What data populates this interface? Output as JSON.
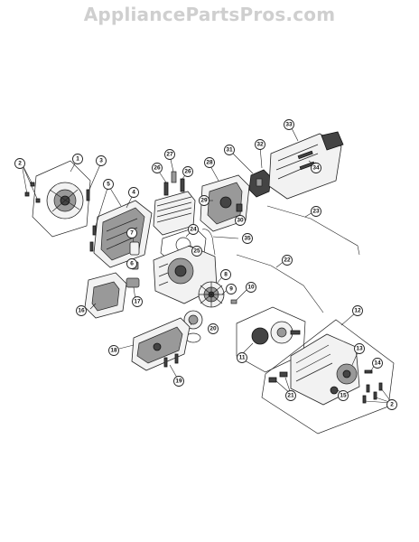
{
  "watermark": "AppliancePartsPros.com",
  "callouts": {
    "c1": "1",
    "c2a": "2",
    "c2b": "2",
    "c3": "3",
    "c4": "4",
    "c5": "5",
    "c6": "6",
    "c7": "7",
    "c8": "8",
    "c9": "9",
    "c10": "10",
    "c11": "11",
    "c12": "12",
    "c13": "13",
    "c14": "14",
    "c15": "15",
    "c16": "16",
    "c17": "17",
    "c18": "18",
    "c19": "19",
    "c20": "20",
    "c21": "21",
    "c22": "22",
    "c23": "23",
    "c24": "24",
    "c25": "25",
    "c26a": "26",
    "c26b": "26",
    "c27": "27",
    "c28": "28",
    "c29": "29",
    "c30": "30",
    "c31": "31",
    "c32": "32",
    "c33": "33",
    "c34": "34",
    "c35": "35"
  }
}
